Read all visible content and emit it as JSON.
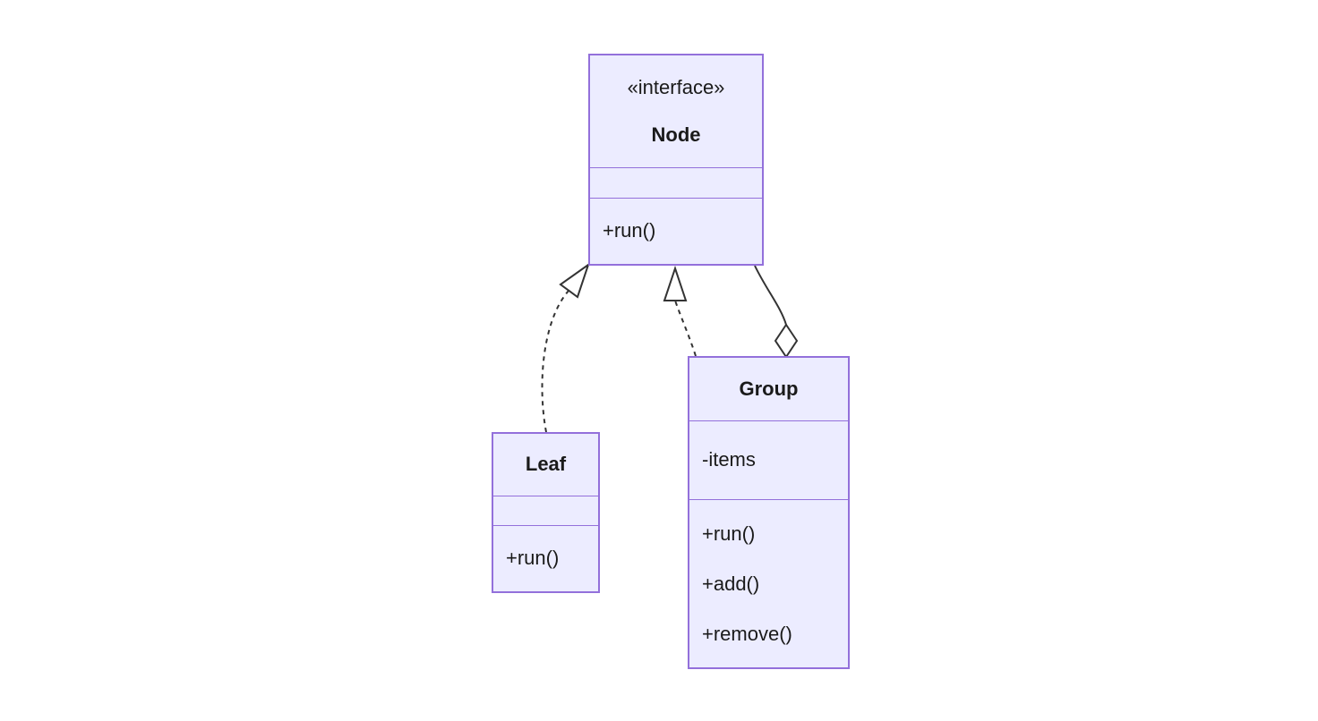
{
  "diagram": {
    "type": "uml-class-diagram",
    "classes": {
      "node": {
        "stereotype": "«interface»",
        "name": "Node",
        "attributes": [],
        "methods": [
          "+run()"
        ]
      },
      "leaf": {
        "name": "Leaf",
        "attributes": [],
        "methods": [
          "+run()"
        ]
      },
      "group": {
        "name": "Group",
        "attributes": [
          "-items"
        ],
        "methods": [
          "+run()",
          "+add()",
          "+remove()"
        ]
      }
    },
    "relationships": [
      {
        "from": "Leaf",
        "to": "Node",
        "type": "realization",
        "line": "dashed",
        "marker": "hollow-triangle"
      },
      {
        "from": "Group",
        "to": "Node",
        "type": "realization",
        "line": "dashed",
        "marker": "hollow-triangle"
      },
      {
        "from": "Group",
        "to": "Node",
        "type": "aggregation",
        "line": "solid",
        "marker": "hollow-diamond"
      }
    ],
    "colors": {
      "background": "#ffffff",
      "box_fill": "#ECECFF",
      "box_border": "#9370DB",
      "edge_stroke": "#333333",
      "text": "#1a1a1a"
    }
  }
}
